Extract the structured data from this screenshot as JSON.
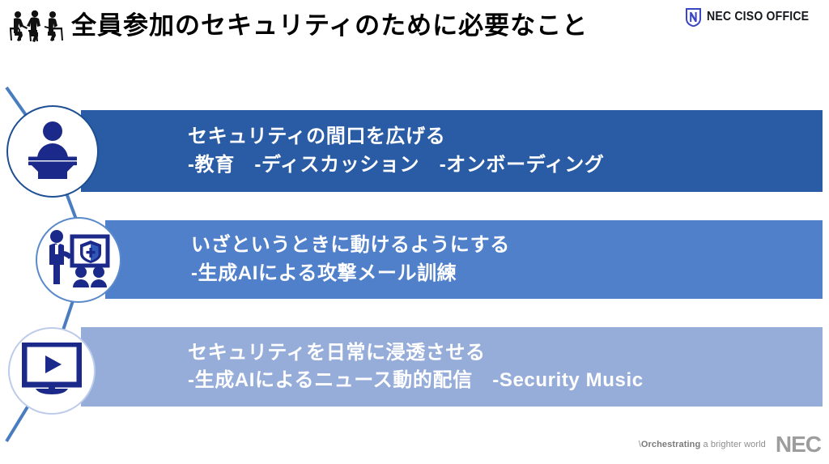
{
  "header": {
    "title": "全員参加のセキュリティのために必要なこと",
    "icon": "people-discussion-icon",
    "brand": {
      "shield_icon": "nec-shield-icon",
      "text": "NEC CISO OFFICE",
      "shield_color": "#3b46c4"
    }
  },
  "rows": [
    {
      "icon": "podium-speaker-icon",
      "heading": "セキュリティの間口を広げる",
      "detail": "-教育　-ディスカッション　-オンボーディング",
      "bar_color": "#2a5ca5",
      "circle_border": "#1e4f93"
    },
    {
      "icon": "training-presentation-shield-icon",
      "heading": "いざというときに動けるようにする",
      "detail": "-生成AIによる攻撃メール訓練",
      "bar_color": "#5180cb",
      "circle_border": "#5b8acb"
    },
    {
      "icon": "monitor-play-video-icon",
      "heading": "セキュリティを日常に浸透させる",
      "detail": "-生成AIによるニュース動的配信　-Security Music",
      "bar_color": "#97add9",
      "circle_border": "#bcccea"
    }
  ],
  "connector": {
    "name": "zigzag-connector-line",
    "color": "#4a7cc0"
  },
  "footer": {
    "tagline_mark": "\\",
    "tagline_strong": "Orchestrating",
    "tagline_rest": " a brighter world",
    "logo": "NEC"
  },
  "icon_color": "#1b2a8a"
}
